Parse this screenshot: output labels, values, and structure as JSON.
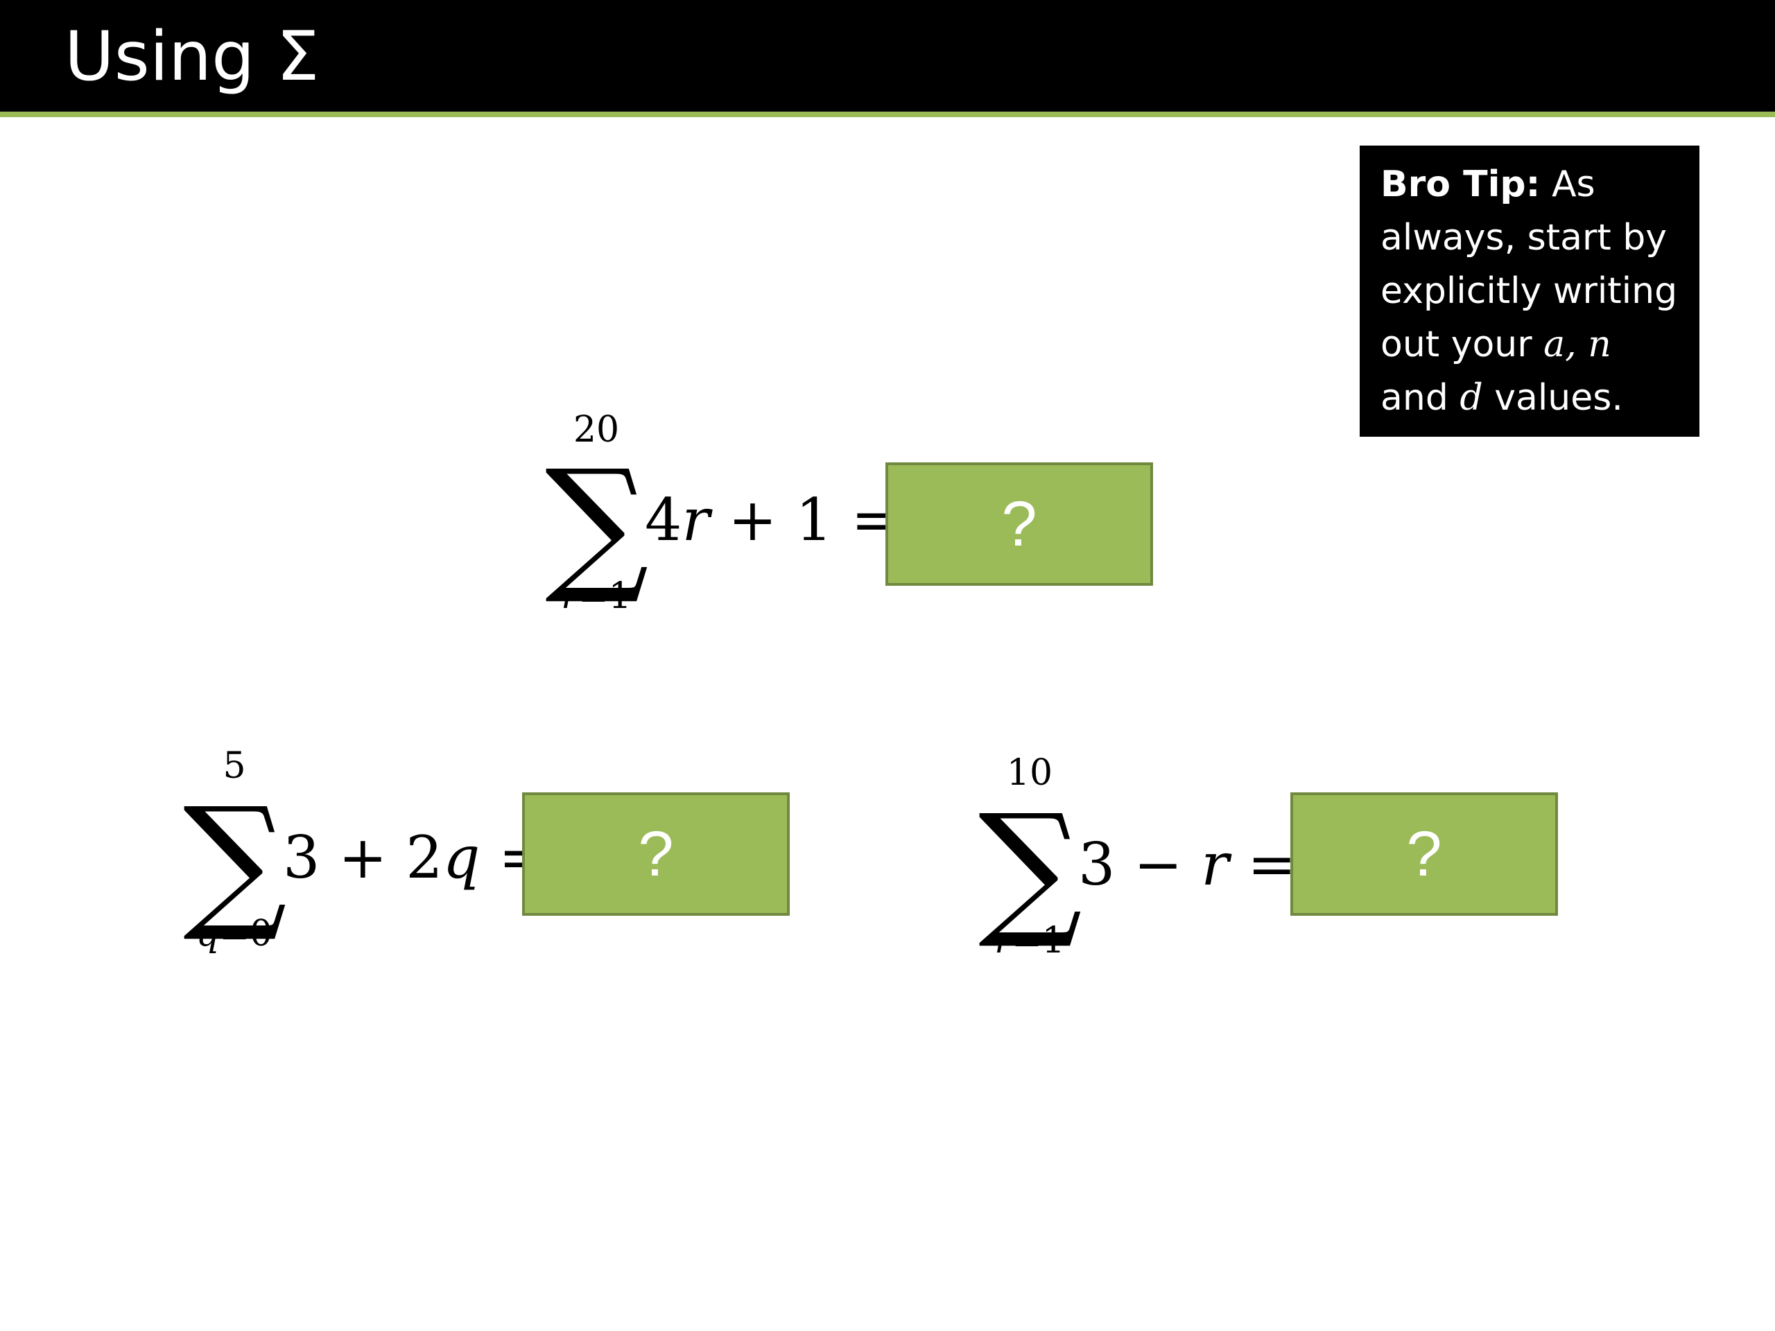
{
  "header": {
    "title": "Using Σ"
  },
  "tip": {
    "label": "Bro Tip:",
    "lines": [
      "As",
      "always, start by",
      "explicitly writing",
      "out your",
      "and",
      "values."
    ],
    "var_a": "a",
    "var_comma": ",",
    "var_n": "n",
    "var_d": "d"
  },
  "sums": [
    {
      "upper": "20",
      "lower_var": "r",
      "lower_eq": "=1",
      "body_const": "4",
      "body_var": "r",
      "body_rest": " + 1 =",
      "answer": "?"
    },
    {
      "upper": "5",
      "lower_var": "q",
      "lower_eq": "=0",
      "body_const": "3 + 2",
      "body_var": "q",
      "body_rest": " =",
      "answer": "?"
    },
    {
      "upper": "10",
      "lower_var": "r",
      "lower_eq": "=1",
      "body_const": "3 − ",
      "body_var": "r",
      "body_rest": " =",
      "answer": "?"
    }
  ],
  "colors": {
    "accent": "#9bbb59",
    "accent_border": "#71893f"
  }
}
